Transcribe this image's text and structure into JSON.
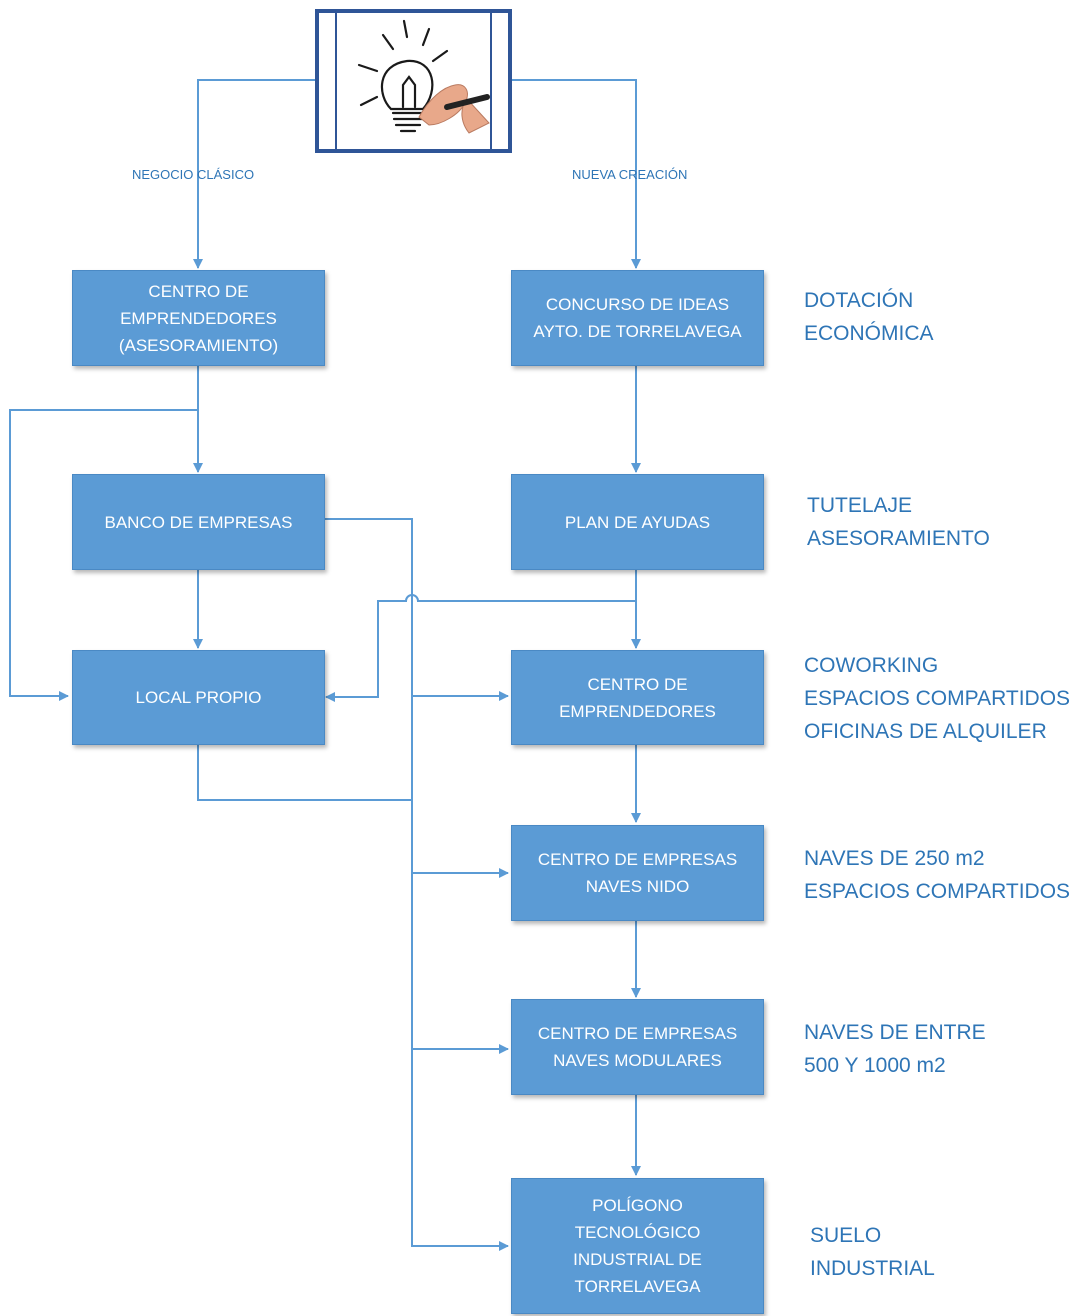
{
  "colors": {
    "box_fill": "#5b9bd5",
    "connector": "#5b9bd5",
    "note_text": "#2e75b6",
    "frame": "#2f5597"
  },
  "image": {
    "icon": "lightbulb-drawing-icon"
  },
  "branches": {
    "left": "NEGOCIO CLÁSICO",
    "right": "NUEVA CREACIÓN"
  },
  "boxes": {
    "centro_emprendedores_asesoramiento": "CENTRO DE\nEMPRENDEDORES\n(ASESORAMIENTO)",
    "banco_empresas": "BANCO DE EMPRESAS",
    "local_propio": "LOCAL PROPIO",
    "concurso_ideas": "CONCURSO DE IDEAS\nAYTO. DE TORRELAVEGA",
    "plan_ayudas": "PLAN DE AYUDAS",
    "centro_emprendedores": "CENTRO DE\nEMPRENDEDORES",
    "naves_nido": "CENTRO DE EMPRESAS\nNAVES NIDO",
    "naves_modulares": "CENTRO DE EMPRESAS\nNAVES MODULARES",
    "poligono": "POLÍGONO\nTECNOLÓGICO\nINDUSTRIAL DE\nTORRELAVEGA"
  },
  "notes": {
    "dotacion": "DOTACIÓN\nECONÓMICA",
    "tutelaje": "TUTELAJE\nASESORAMIENTO",
    "coworking": "COWORKING\nESPACIOS COMPARTIDOS\nOFICINAS DE ALQUILER",
    "naves_250": "NAVES DE 250 m2\nESPACIOS COMPARTIDOS",
    "naves_entre": "NAVES DE ENTRE\n500 Y 1000 m2",
    "suelo": "SUELO\nINDUSTRIAL"
  }
}
